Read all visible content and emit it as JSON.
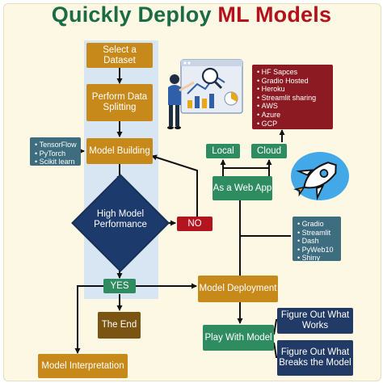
{
  "title": {
    "part1": "Quickly Deploy",
    "part2": "ML Models"
  },
  "nodes": {
    "select_dataset": "Select a Dataset",
    "perform_splitting": "Perform Data Splitting",
    "model_building": "Model Building",
    "high_model_performance": "High Model Performance",
    "no": "NO",
    "yes": "YES",
    "the_end": "The End",
    "model_interpretation": "Model Interpretation",
    "model_deployment": "Model Deployment",
    "as_a_web_app": "As a Web App",
    "local": "Local",
    "cloud": "Cloud",
    "play_with_model": "Play With Model",
    "figure_out_works": "Figure Out What Works",
    "figure_out_breaks": "Figure Out What Breaks the Model"
  },
  "libraries": [
    "TensorFlow",
    "PyTorch",
    "Scikit learn"
  ],
  "cloud_options": [
    "HF Sapces",
    "Gradio Hosted",
    "Heroku",
    "Streamlit sharing",
    "AWS",
    "Azure",
    "GCP"
  ],
  "web_frameworks": [
    "Gradio",
    "Streamlit",
    "Dash",
    "PyWeb10",
    "Shiny"
  ],
  "colors": {
    "title_green": "#1b6b45",
    "title_red": "#b3121c",
    "step_orange": "#c8891b",
    "deploy_green": "#2f8c61",
    "decision_navy": "#213a66",
    "no_red": "#b3141e",
    "end_brown": "#7a5412",
    "figure_maroon": "#7d1a24",
    "background": "#fdf8e4"
  },
  "illustrations": [
    "analyst-with-dashboard-illustration",
    "rocket-launch-icon"
  ]
}
